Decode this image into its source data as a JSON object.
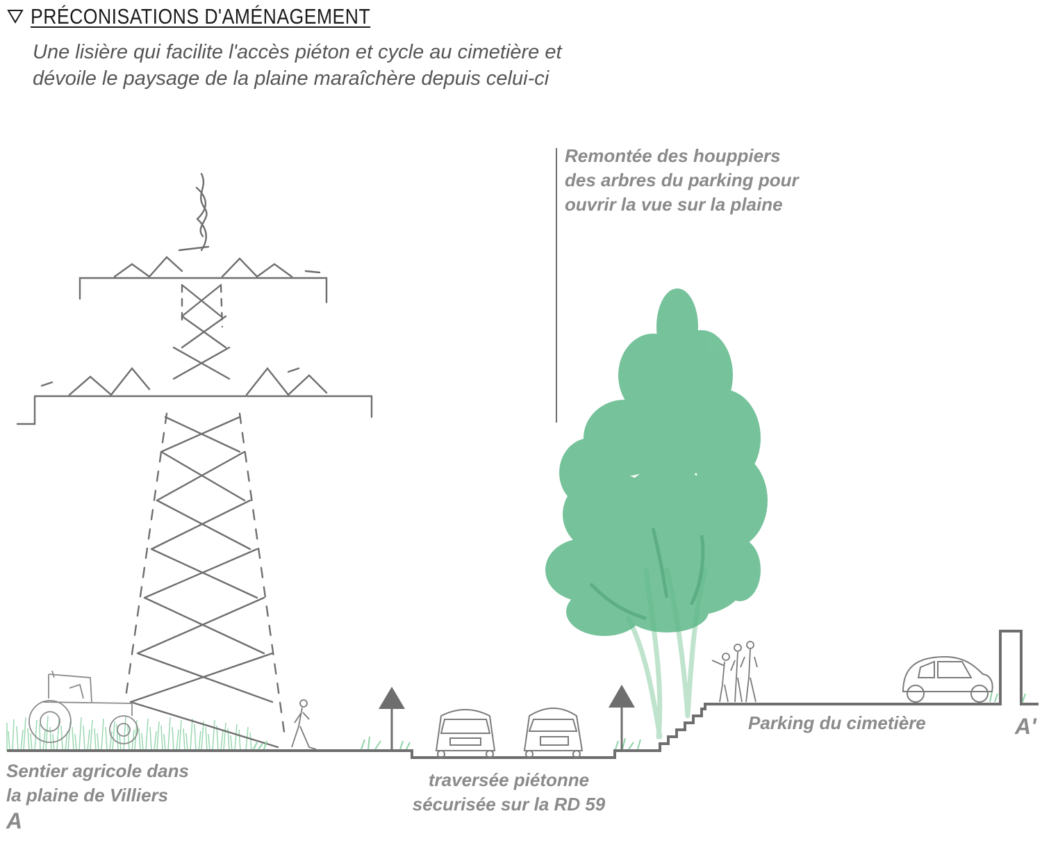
{
  "header": {
    "title": "PRÉCONISATIONS D'AMÉNAGEMENT",
    "subtitle_line1": "Une lisière qui facilite l'accès piéton et cycle au cimetière et",
    "subtitle_line2": "dévoile le paysage de la plaine maraîchère depuis celui-ci"
  },
  "annotations": {
    "tree": [
      "Remontée des houppiers",
      "des arbres du parking pour",
      "ouvrir la vue sur la plaine"
    ],
    "path": [
      "Sentier agricole dans",
      "la plaine de Villiers"
    ],
    "crossing": [
      "traversée piétonne",
      "sécurisée sur la RD 59"
    ],
    "parking": "Parking du cimetière",
    "section_start": "A",
    "section_end": "A'"
  },
  "icons": [
    "triangle-down-icon",
    "pylon-icon",
    "tractor-icon",
    "tree-icon",
    "car-icon",
    "pedestrian-icon",
    "arrow-up-icon"
  ],
  "colors": {
    "line": "#6e6e6e",
    "tree": "#5fb88a",
    "trunk": "#bfe3cd",
    "grass": "#8ed3a8",
    "label": "#8a8a8a",
    "arrow": "#6e6e6e"
  }
}
